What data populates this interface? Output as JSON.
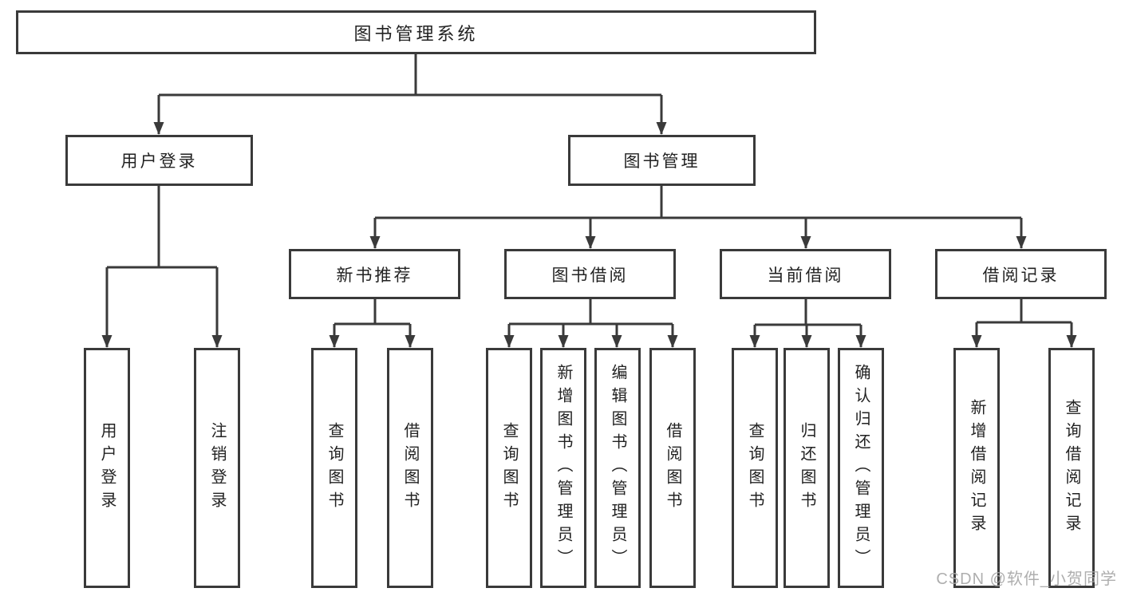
{
  "colors": {
    "line": "#3a3a3a",
    "text": "#222222",
    "background": "#ffffff",
    "watermark": "#a6a6a6"
  },
  "watermark": "CSDN @软件_小贺同学",
  "tree": {
    "root": {
      "label": "图书管理系统"
    },
    "children": [
      {
        "label": "用户登录",
        "children": [
          {
            "label": "用户登录"
          },
          {
            "label": "注销登录"
          }
        ]
      },
      {
        "label": "图书管理",
        "children": [
          {
            "label": "新书推荐",
            "children": [
              {
                "label": "查询图书"
              },
              {
                "label": "借阅图书"
              }
            ]
          },
          {
            "label": "图书借阅",
            "children": [
              {
                "label": "查询图书"
              },
              {
                "label": "新增图书（管理员）"
              },
              {
                "label": "编辑图书（管理员）"
              },
              {
                "label": "借阅图书"
              }
            ]
          },
          {
            "label": "当前借阅",
            "children": [
              {
                "label": "查询图书"
              },
              {
                "label": "归还图书"
              },
              {
                "label": "确认归还（管理员）"
              }
            ]
          },
          {
            "label": "借阅记录",
            "children": [
              {
                "label": "新增借阅记录"
              },
              {
                "label": "查询借阅记录"
              }
            ]
          }
        ]
      }
    ]
  }
}
